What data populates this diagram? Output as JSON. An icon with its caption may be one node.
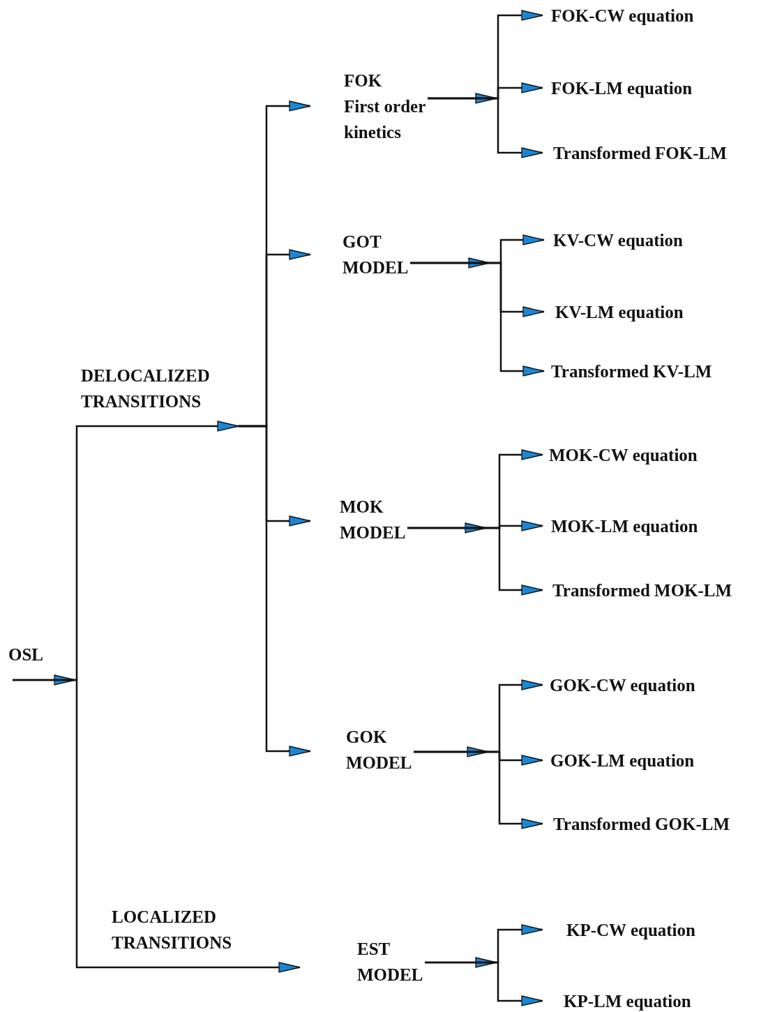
{
  "diagram": {
    "nodes": [
      {
        "text": [
          "OSL"
        ]
      },
      {
        "text": [
          "DELOCALIZED TRANSITIONS"
        ]
      },
      {
        "text": [
          "FOK",
          "First order kinetics"
        ]
      },
      {
        "text": [
          "FOK-CW equation"
        ]
      },
      {
        "text": [
          "FOK-LM equation"
        ]
      },
      {
        "text": [
          "Transformed FOK-LM"
        ]
      },
      {
        "text": [
          "GOT MODEL"
        ]
      },
      {
        "text": [
          "KV-CW equation"
        ]
      },
      {
        "text": [
          "KV-LM equation"
        ]
      },
      {
        "text": [
          "Transformed KV-LM"
        ]
      },
      {
        "text": [
          "MOK MODEL"
        ]
      },
      {
        "text": [
          "MOK-CW equation"
        ]
      },
      {
        "text": [
          "MOK-LM equation"
        ]
      },
      {
        "text": [
          "Transformed MOK-LM"
        ]
      },
      {
        "text": [
          "GOK MODEL"
        ]
      },
      {
        "text": [
          "GOK-CW equation"
        ]
      },
      {
        "text": [
          "GOK-LM equation"
        ]
      },
      {
        "text": [
          "Transformed GOK-LM"
        ]
      },
      {
        "text": [
          "EST MODEL"
        ]
      },
      {
        "text": [
          "KP-CW equation"
        ]
      },
      {
        "text": [
          "KP-LM equation"
        ]
      }
    ],
    "edges": [
      {
        "from": 0,
        "to": 1,
        "arrow": "to"
      },
      {
        "from": 0,
        "to": 18,
        "arrow": "to",
        "label": "LOCALIZED TRANSITIONS"
      },
      {
        "from": 1,
        "to": 2,
        "arrow": "to"
      },
      {
        "from": 1,
        "to": 6,
        "arrow": "to"
      },
      {
        "from": 1,
        "to": 10,
        "arrow": "to"
      },
      {
        "from": 1,
        "to": 14,
        "arrow": "to"
      },
      {
        "from": 2,
        "to": 3,
        "arrow": "to"
      },
      {
        "from": 2,
        "to": 4,
        "arrow": "to"
      },
      {
        "from": 2,
        "to": 5,
        "arrow": "to"
      },
      {
        "from": 6,
        "to": 7,
        "arrow": "to"
      },
      {
        "from": 6,
        "to": 8,
        "arrow": "to"
      },
      {
        "from": 6,
        "to": 9,
        "arrow": "to"
      },
      {
        "from": 10,
        "to": 11,
        "arrow": "to"
      },
      {
        "from": 10,
        "to": 12,
        "arrow": "to"
      },
      {
        "from": 10,
        "to": 13,
        "arrow": "to"
      },
      {
        "from": 14,
        "to": 15,
        "arrow": "to"
      },
      {
        "from": 14,
        "to": 16,
        "arrow": "to"
      },
      {
        "from": 14,
        "to": 17,
        "arrow": "to"
      },
      {
        "from": 18,
        "to": 19,
        "arrow": "to"
      },
      {
        "from": 18,
        "to": 20,
        "arrow": "to"
      }
    ]
  }
}
